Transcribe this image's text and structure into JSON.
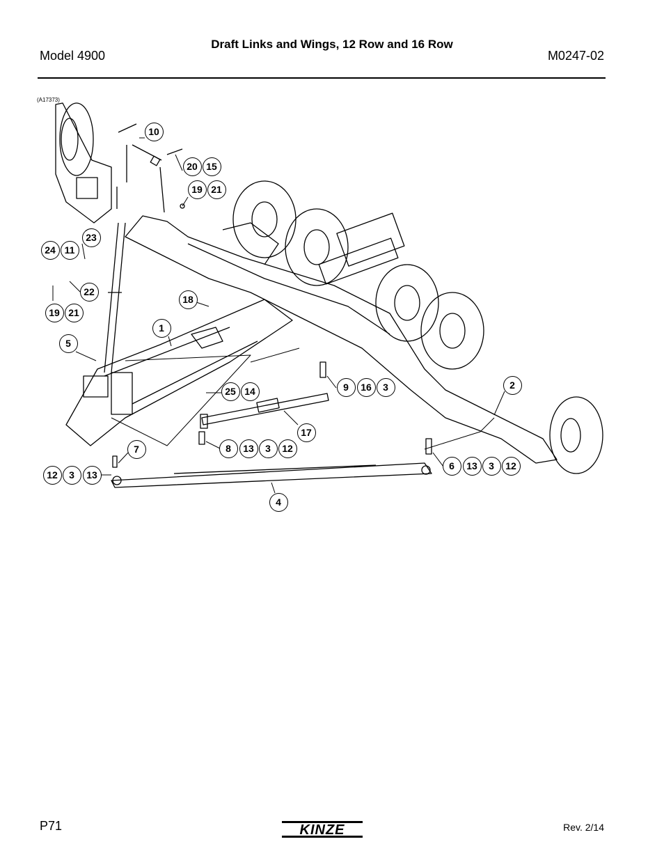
{
  "header": {
    "title": "Draft Links and Wings, 12 Row and 16 Row",
    "model": "Model 4900",
    "doc_number": "M0247-02"
  },
  "figure": {
    "id": "(A17373)",
    "callouts": [
      "10",
      "20",
      "15",
      "19",
      "21",
      "23",
      "24",
      "11",
      "22",
      "19",
      "21",
      "18",
      "1",
      "5",
      "25",
      "14",
      "9",
      "16",
      "3",
      "2",
      "17",
      "8",
      "13",
      "3",
      "12",
      "7",
      "12",
      "3",
      "13",
      "6",
      "13",
      "3",
      "12",
      "4"
    ]
  },
  "footer": {
    "page": "P71",
    "logo_text": "KINZE",
    "revision": "Rev. 2/14"
  }
}
